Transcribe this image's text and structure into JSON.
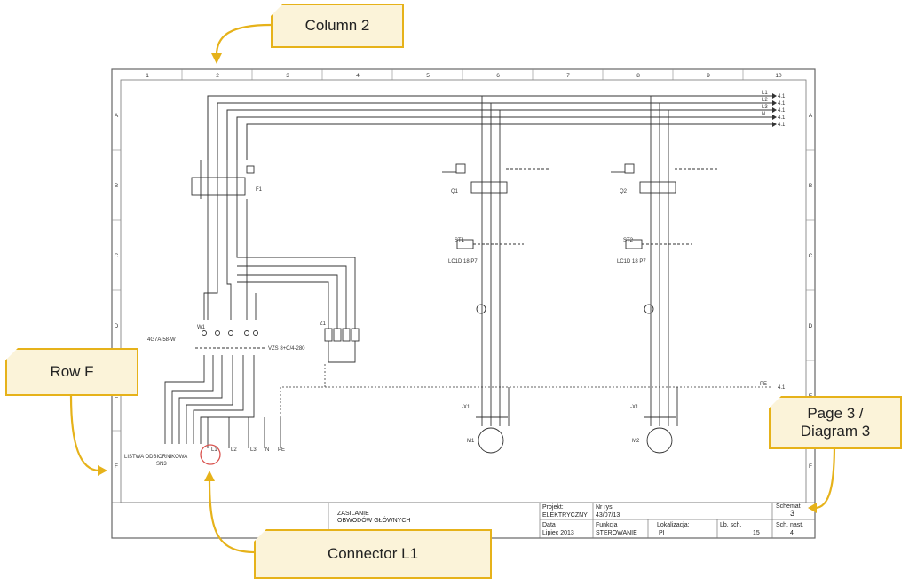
{
  "callouts": {
    "column": "Column 2",
    "row": "Row F",
    "page": "Page 3 /\nDiagram 3",
    "connector": "Connector L1"
  },
  "columns": [
    "1",
    "2",
    "3",
    "4",
    "5",
    "6",
    "7",
    "8",
    "9",
    "10"
  ],
  "rows": [
    "A",
    "B",
    "C",
    "D",
    "E",
    "F"
  ],
  "buses": {
    "l1": "L1",
    "l2": "L2",
    "l3": "L3",
    "n": "N",
    "dest": "4.1",
    "pe": "PE"
  },
  "devices": {
    "f1": "F1",
    "w1": "W1",
    "w1_type": "4G7A-58-W",
    "f1_note": "VZS 8+C/4-280",
    "z1": "Z1",
    "q1": "Q1",
    "q2": "Q2",
    "st1": "ST1",
    "st2": "ST2",
    "lc_type1": "LC1D 18 P7",
    "lc_type2": "LC1D 18 P7",
    "m1": "M1",
    "m2": "M2",
    "x1a": "-X1",
    "x1b": "-X1",
    "socket": "LISTWA ODBIORNIKOWA",
    "socket2": "SN3",
    "l1": "L1",
    "l2": "L2",
    "l3": "L3",
    "n": "N",
    "pe": "PE"
  },
  "title_block": {
    "title_line1": "ZASILANIE",
    "title_line2": "OBWODÓW GŁÓWNYCH",
    "projekt_label": "Projekt:",
    "projekt_value": "ELEKTRYCZNY",
    "nr_label": "Nr rys.",
    "nr_value": "43/07/13",
    "data_label": "Data",
    "data_value": "Lipiec 2013",
    "funkcja_label": "Funkcja",
    "funkcja_value": "STEROWANIE",
    "lok_label": "Lokalizacja:",
    "lok_value": "PI",
    "lbsch_label": "Lb. sch.",
    "lbsch_value": "15",
    "schemat_label": "Schemat",
    "schemat_value": "3",
    "schnast_label": "Sch. nast.",
    "schnast_value": "4"
  }
}
